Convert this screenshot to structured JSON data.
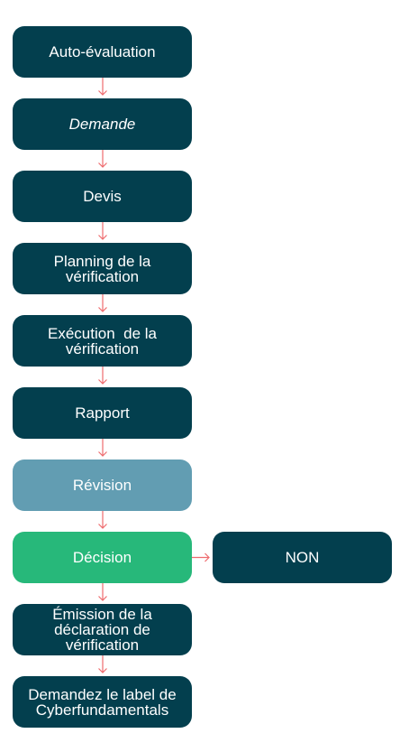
{
  "steps": [
    {
      "label": "Auto-évaluation",
      "style": "dark"
    },
    {
      "label": "Demande",
      "style": "dark",
      "italic": true
    },
    {
      "label": "Devis",
      "style": "dark"
    },
    {
      "label": "Planning de la vérification",
      "style": "dark"
    },
    {
      "label": "Exécution  de la vérification",
      "style": "dark"
    },
    {
      "label": "Rapport",
      "style": "dark"
    },
    {
      "label": "Révision",
      "style": "muted"
    },
    {
      "label": "Décision",
      "style": "green"
    },
    {
      "label": "Émission de la déclaration de vérification",
      "style": "dark"
    },
    {
      "label": "Demandez le label de Cyberfundamentals",
      "style": "dark"
    }
  ],
  "branch": {
    "label": "NON",
    "style": "dark"
  },
  "colors": {
    "dark": "#033f4e",
    "muted": "#629db2",
    "green": "#27b87a",
    "arrow": "#ee6b6e"
  }
}
